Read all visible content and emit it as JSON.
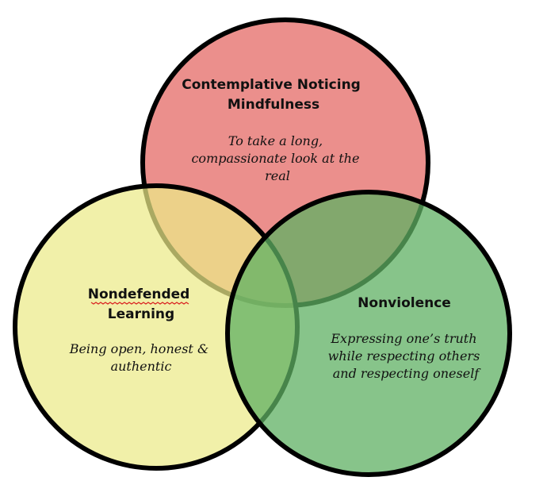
{
  "diagram": {
    "type": "venn",
    "circles": [
      {
        "id": "mindfulness",
        "title_lines": [
          "Contemplative Noticing",
          "Mindfulness"
        ],
        "description_lines": [
          "To take a long,",
          "compassionate look at the",
          "real"
        ],
        "fill": "#e98380"
      },
      {
        "id": "nondefended",
        "title_lines": [
          "Nondefended",
          "Learning"
        ],
        "description_lines": [
          "Being open, honest &",
          "authentic"
        ],
        "fill": "#ecea88",
        "spellcheck_underline_line": 0
      },
      {
        "id": "nonviolence",
        "title_lines": [
          "Nonviolence"
        ],
        "description_lines": [
          "Expressing one’s truth",
          "while respecting others",
          "and respecting oneself"
        ],
        "fill": "#5fb063"
      }
    ],
    "stroke_color": "#000000"
  }
}
